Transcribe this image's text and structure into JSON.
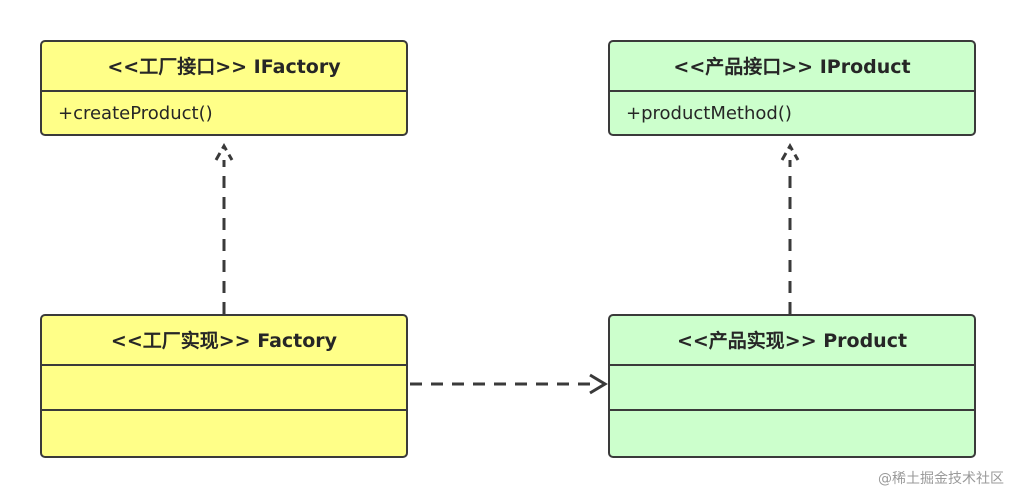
{
  "diagram": {
    "classes": [
      {
        "id": "iface_factory",
        "title": "<<工厂接口>> IFactory",
        "members": [
          "+createProduct()"
        ],
        "fill": "#ffff88"
      },
      {
        "id": "iface_product",
        "title": "<<产品接口>> IProduct",
        "members": [
          "+productMethod()"
        ],
        "fill": "#ccffcc"
      },
      {
        "id": "impl_factory",
        "title": "<<工厂实现>> Factory",
        "members": [
          "",
          ""
        ],
        "fill": "#ffff88"
      },
      {
        "id": "impl_product",
        "title": "<<产品实现>> Product",
        "members": [
          "",
          ""
        ],
        "fill": "#ccffcc"
      }
    ],
    "relations": [
      {
        "from": "impl_factory",
        "to": "iface_factory",
        "type": "realization"
      },
      {
        "from": "impl_product",
        "to": "iface_product",
        "type": "realization"
      },
      {
        "from": "impl_factory",
        "to": "impl_product",
        "type": "dependency"
      }
    ],
    "line_color": "#3a3a3a"
  },
  "watermark": "@稀土掘金技术社区"
}
